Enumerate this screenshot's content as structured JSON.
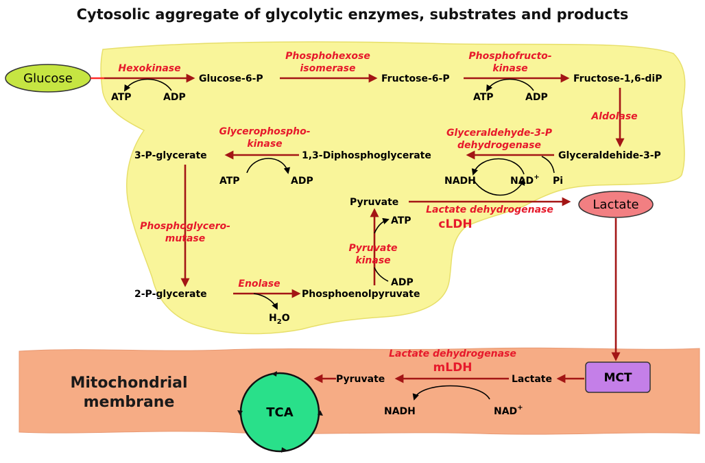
{
  "title": "Cytosolic aggregate of glycolytic enzymes, substrates and products",
  "nodes": {
    "glucose": "Glucose",
    "lactate_out": "Lactate",
    "mct": "MCT",
    "tca": "TCA"
  },
  "metabolites": {
    "g6p": "Glucose-6-P",
    "f6p": "Fructose-6-P",
    "f16dip": "Fructose-1,6-diP",
    "g3p": "Glyceraldehide-3-P",
    "bpg": "1,3-Diphosphoglycerate",
    "pg3": "3-P-glycerate",
    "pg2": "2-P-glycerate",
    "pep": "Phosphoenolpyruvate",
    "pyruvate": "Pyruvate",
    "mito_pyruvate": "Pyruvate",
    "mito_lactate": "Lactate"
  },
  "cofactors": {
    "atp1": "ATP",
    "adp1": "ADP",
    "atp2": "ATP",
    "adp2": "ADP",
    "atp3": "ATP",
    "adp3": "ADP",
    "nadh1": "NADH",
    "nad1": "NAD",
    "nad1_sup": "+",
    "pi": "Pi",
    "atp4": "ATP",
    "adp4": "ADP",
    "h2o_h": "H",
    "h2o_sub": "2",
    "h2o_o": "O",
    "nadh2": "NADH",
    "nad2": "NAD",
    "nad2_sup": "+"
  },
  "enzymes": {
    "hexokinase": "Hexokinase",
    "phi_1": "Phosphohexose",
    "phi_2": "isomerase",
    "pfk_1": "Phosphofructo-",
    "pfk_2": "kinase",
    "aldolase": "Aldolase",
    "gapdh_1": "Glyceraldehyde-3-P",
    "gapdh_2": "dehydrogenase",
    "pgk_1": "Glycerophospho-",
    "pgk_2": "kinase",
    "pgm_1": "Phosphoglycero-",
    "pgm_2": "mutase",
    "enolase": "Enolase",
    "pk_1": "Pyruvate",
    "pk_2": "kinase",
    "ldh_c": "Lactate dehydrogenase",
    "cldh": "cLDH",
    "ldh_m": "Lactate dehydrogenase",
    "mldh": "mLDH"
  },
  "membrane_label_1": "Mitochondrial",
  "membrane_label_2": "membrane",
  "colors": {
    "cytosol_fill": "#f9f59a",
    "membrane_fill": "#f6ac85",
    "arrow": "#a31515",
    "enzyme_text": "#e6192b",
    "glucose_fill": "#c6e542",
    "lactate_fill": "#f27f82",
    "mct_fill": "#c47fe8",
    "tca_fill": "#29e08a"
  }
}
